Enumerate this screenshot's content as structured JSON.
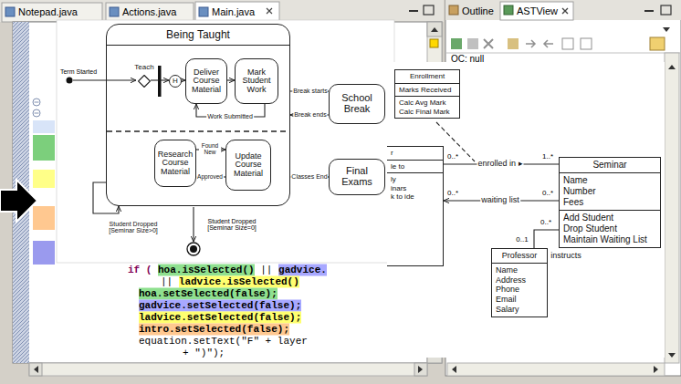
{
  "diagram": {
    "nodes": [
      {
        "text": [
          "Being Taught"
        ]
      },
      {
        "text": [
          "Teach"
        ],
        "in": 0
      },
      {
        "text": [
          "H"
        ],
        "in": 0
      },
      {
        "text": [
          "Deliver Course Material"
        ],
        "in": 0
      },
      {
        "text": [
          "Mark Student Work"
        ],
        "in": 0
      },
      {
        "text": [
          "Research Course Material"
        ],
        "in": 0
      },
      {
        "text": [
          "Update Course Material"
        ],
        "in": 0
      },
      {
        "text": [
          "School Break"
        ]
      },
      {
        "text": [
          "Final Exams"
        ]
      },
      {
        "text": [
          "Enrollment",
          "Marks Received",
          "Calc Avg Mark",
          "Calc Final Mark"
        ]
      },
      {
        "text": [
          "r",
          "le to",
          "ly",
          "inars",
          "k to ide"
        ]
      },
      {
        "text": [
          "Seminar",
          "Name",
          "Number",
          "Fees",
          "Add Student",
          "Drop Student",
          "Maintain Waiting List"
        ]
      },
      {
        "text": [
          "Professor",
          "Name",
          "Address",
          "Phone",
          "Email",
          "Salary"
        ]
      }
    ],
    "edges": [
      {
        "from": 1,
        "to": 2,
        "arrow": "to"
      },
      {
        "from": 2,
        "to": 3,
        "arrow": "to"
      },
      {
        "from": 3,
        "to": 4,
        "arrow": "to"
      },
      {
        "from": 4,
        "to": 3,
        "label": "Work Submitted",
        "arrow": "to"
      },
      {
        "from": 0,
        "to": 7,
        "label": "Break starts",
        "arrow": "to"
      },
      {
        "from": 7,
        "to": 0,
        "label": "Break ends",
        "arrow": "to"
      },
      {
        "from": 5,
        "to": 6,
        "label": "Found New",
        "arrow": "to"
      },
      {
        "from": 6,
        "to": 5,
        "label": "Approved",
        "arrow": "to"
      },
      {
        "from": 0,
        "to": 8,
        "label": "Classes End",
        "arrow": "to"
      },
      {
        "from": 0,
        "to": 0,
        "label": "Student Dropped [Seminar Size>0]",
        "arrow": "to"
      },
      {
        "from": 10,
        "to": 11,
        "label": "enrolled in ▸",
        "arrow": "none"
      },
      {
        "from": 11,
        "to": 10,
        "label": "waiting list",
        "arrow": "to"
      },
      {
        "from": 12,
        "to": 11,
        "label": "instructs",
        "arrow": "none"
      }
    ],
    "labels": [
      "Notepad.java",
      "Actions.java",
      "Main.java",
      "Outline",
      "ASTView",
      "OC: null",
      "Term Started",
      "Student Dropped [Seminar Size=0]",
      "0..*",
      "1..*",
      "0..*",
      "0..*",
      "0..1",
      "0..*",
      "if (",
      "hoa.isSelected()",
      "||",
      "gadvice.",
      "||",
      "ladvice.isSelected()",
      "hoa.setSelected(false);",
      "gadvice.setSelected(false);",
      "ladvice.setSelected(false);",
      "intro.setSelected(false);",
      "equation.setText(\"F\" + layer",
      "+ \")\");"
    ]
  }
}
